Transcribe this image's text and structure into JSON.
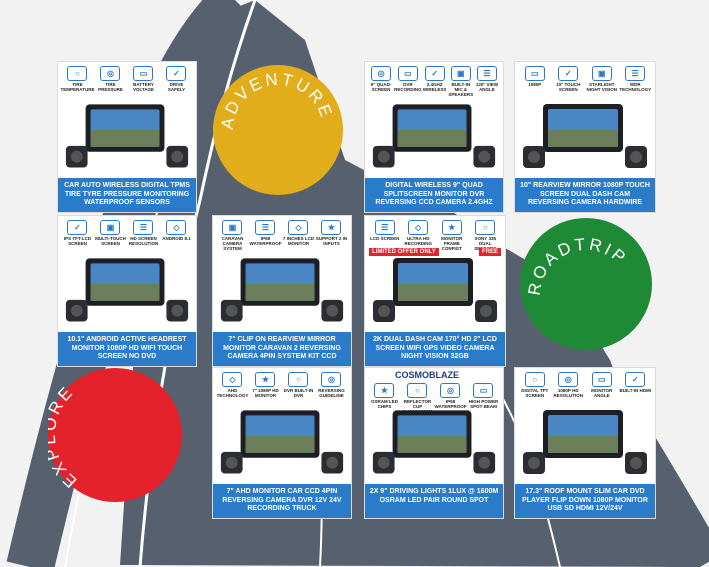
{
  "badges": {
    "adventure": {
      "text": "ADVENTURE",
      "color": "#e2ad1a",
      "text_color": "#ffffff"
    },
    "roadtrip": {
      "text": "ROADTRIP",
      "color": "#1f8a35",
      "text_color": "#ffffff"
    },
    "explore": {
      "text": "EXPLORE",
      "color": "#e3222b",
      "text_color": "#ffffff"
    }
  },
  "road_color": "#56606e",
  "caption_color": "#2a7bc9",
  "products": [
    {
      "title": "CAR AUTO WIRELESS DIGITAL TPMS TIRE TYRE PRESSURE MONITORING WATERPROOF SENSORS",
      "features": [
        "TIRE TEMPERATURE",
        "TIRE PRESSURE",
        "BATTERY VOLTAGE",
        "DRIVE SAFELY"
      ]
    },
    {
      "title": "DIGITAL WIRELESS 9\" QUAD SPLITSCREEN MONITOR DVR REVERSING CCD CAMERA 2.4GHZ",
      "features": [
        "9\" QUAD-SCREEN",
        "DVR RECORDING",
        "2.4GHZ WIRELESS",
        "BUILT-IN MIC & SPEAKERS",
        "120° VIEW ANGLE"
      ]
    },
    {
      "title": "10\" REARVIEW MIRROR 1080P TOUCH SCREEN DUAL DASH CAM REVERSING CAMERA HARDWIRE",
      "features": [
        "1080P",
        "10\" TOUCH SCREEN",
        "STARLIGHT NIGHT VISION",
        "WDR TECHNOLOGY"
      ]
    },
    {
      "title": "10.1\" ANDROID ACTIVE HEADREST MONITOR 1080P HD WIFI TOUCH SCREEN NO DVD",
      "features": [
        "IPS TFT-LCD SCREEN",
        "MULTI-TOUCH SCREEN",
        "HD SCREEN RESOLUTION",
        "ANDROID 8.1"
      ]
    },
    {
      "title": "7\" CLIP ON REARVIEW MIRROR MONITOR CARAVAN 2 REVERSING CAMERA 4PIN SYSTEM KIT CCD",
      "features": [
        "CARAVAN CAMERA SYSTEM",
        "IP68 WATERPROOF",
        "7 INCHES LCD MONITOR",
        "SUPPORT 2 IN INPUTS"
      ]
    },
    {
      "title": "2K DUAL DASH CAM 170° HD 2\" LCD SCREEN WIFI GPS VIDEO CAMERA NIGHT VISION 32GB",
      "features": [
        "LCD SCREEN",
        "ULTRA HD RECORDING",
        "MONITOR FRAME CONFIGT",
        "SONY 335 DUAL SENSORS"
      ],
      "tags": [
        "LIMITED OFFER ONLY",
        "FREE"
      ]
    },
    {
      "title": "7\" AHD MONITOR CAR CCD 4PIN REVERSING CAMERA DVR 12V 24V RECORDING TRUCK",
      "features": [
        "AHD TECHNOLOGY",
        "7\" 1080P HD MONITOR",
        "DVR BUILT-IN DVR",
        "REVERSING GUIDELINE"
      ]
    },
    {
      "title": "2X 9\" DRIVING LIGHTS 1LUX @ 1600M OSRAM LED PAIR ROUND SPOT",
      "features": [
        "OSRAM LED CHIPS",
        "REFLECTOR CUP 1LUX@1600M",
        "IP68 WATERPROOF",
        "HIGH POWER SPOT BEAM"
      ],
      "brand": "COSMOBLAZE"
    },
    {
      "title": "17.3\" ROOF MOUNT SLIM CAR DVD PLAYER FLIP DOWN 1080P MONITOR USB SD HDMI 12V/24V",
      "features": [
        "DIGITAL TFT SCREEN",
        "1080P HD RESOLUTION",
        "MONITOR ANGLE",
        "BUILT-IN HDMI"
      ]
    }
  ]
}
